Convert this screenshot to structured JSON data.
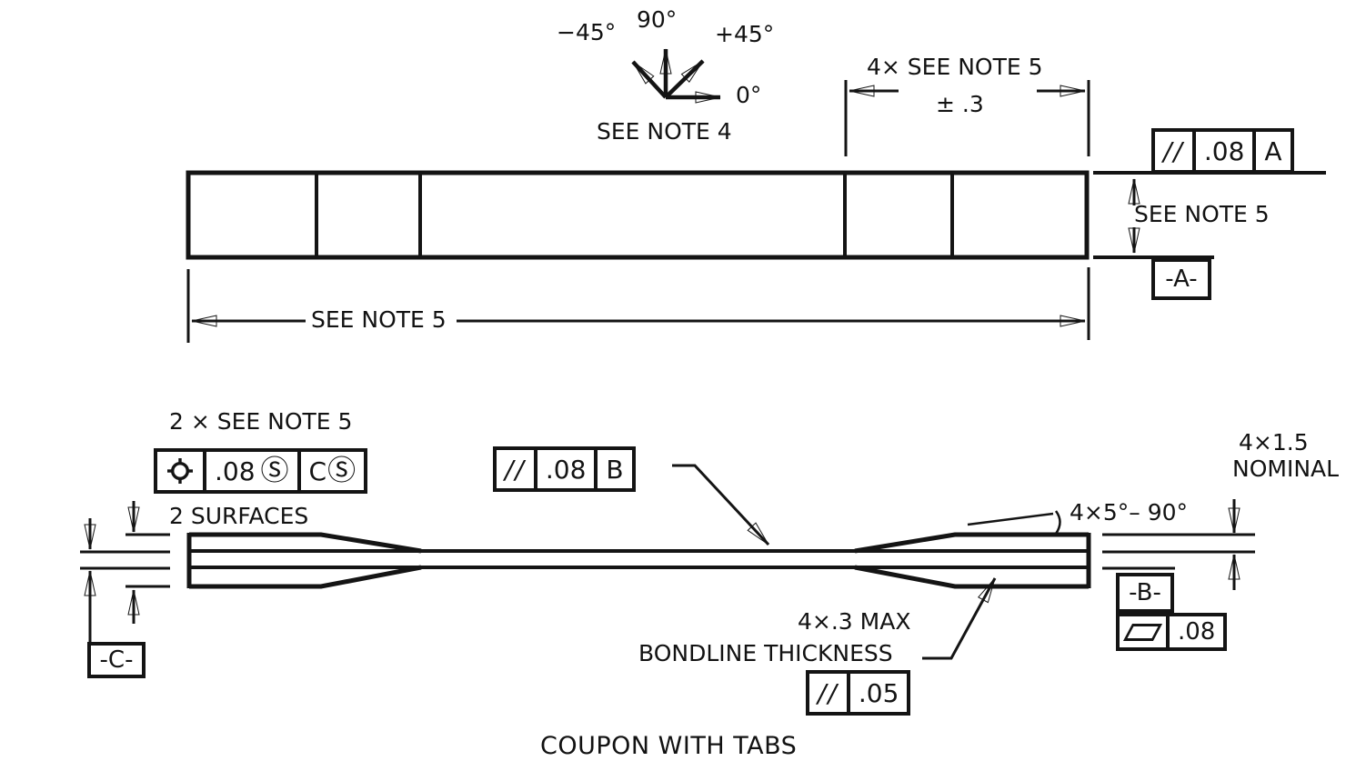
{
  "title": "COUPON WITH TABS",
  "rosette": {
    "neg45": "−45°",
    "deg90": "90°",
    "pos45": "+45°",
    "deg0": "0°",
    "note": "SEE NOTE 4"
  },
  "top_view": {
    "tab_length_dim": "4× SEE NOTE 5",
    "tab_length_tol": "± .3",
    "fcf_a": {
      "sym": "//",
      "tol": ".08",
      "datum": "A"
    },
    "thickness_dim": "SEE NOTE 5",
    "datum_a": "-A-",
    "length_dim": "SEE NOTE 5"
  },
  "side_view": {
    "tab_note": "2 × SEE NOTE 5",
    "fcf_position": {
      "tol": ".08",
      "mod": "Ⓢ",
      "datum": "C",
      "datum_mod": "Ⓢ"
    },
    "surfaces": "2 SURFACES",
    "fcf_b": {
      "sym": "//",
      "tol": ".08",
      "datum": "B"
    },
    "nominal_1": "4×1.5",
    "nominal_2": "NOMINAL",
    "taper_angle": "4×5°– 90°",
    "datum_b": "-B-",
    "fcf_flatness": {
      "tol": ".08"
    },
    "datum_c": "-C-",
    "bondline_1": "4×.3 MAX",
    "bondline_2": "BONDLINE THICKNESS",
    "fcf_bondline": {
      "sym": "//",
      "tol": ".05"
    }
  }
}
